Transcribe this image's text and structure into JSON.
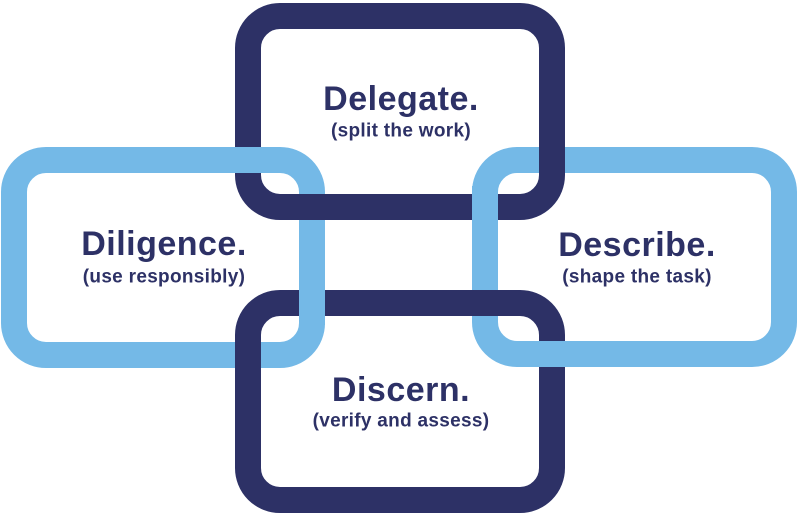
{
  "diagram": {
    "name": "four-ds-chain-diagram",
    "colors": {
      "navy": "#2d3166",
      "light_blue": "#74b9e7",
      "background": "#ffffff"
    },
    "links": [
      {
        "id": "delegate",
        "position": "top",
        "color_role": "navy",
        "title": "Delegate.",
        "subtitle": "(split the work)"
      },
      {
        "id": "diligence",
        "position": "left",
        "color_role": "light_blue",
        "title": "Diligence.",
        "subtitle": "(use responsibly)"
      },
      {
        "id": "describe",
        "position": "right",
        "color_role": "light_blue",
        "title": "Describe.",
        "subtitle": "(shape the task)"
      },
      {
        "id": "discern",
        "position": "bottom",
        "color_role": "navy",
        "title": "Discern.",
        "subtitle": "(verify and assess)"
      }
    ]
  }
}
